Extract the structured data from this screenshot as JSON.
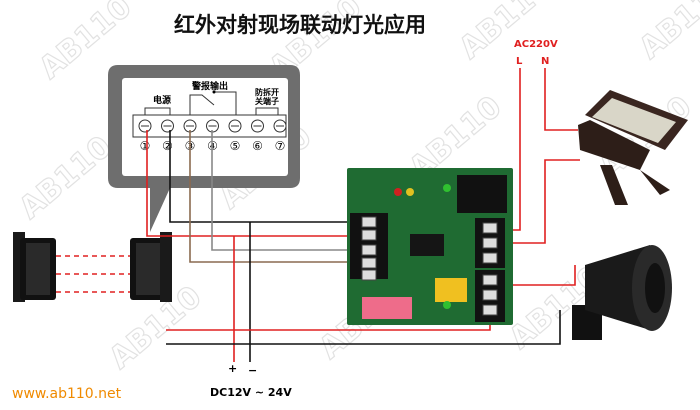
{
  "title": "红外对射现场联动灯光应用",
  "power_source": {
    "label": "AC220V",
    "live": "L",
    "neutral": "N"
  },
  "panel": {
    "power_label": "电源",
    "alarm_label": "警报输出",
    "tamper_label_1": "防拆开",
    "tamper_label_2": "关端子",
    "terminals": [
      "①",
      "②",
      "③",
      "④",
      "⑤",
      "⑥",
      "⑦"
    ]
  },
  "dc_supply": {
    "plus": "+",
    "minus": "−",
    "label": "DC12V ~ 24V"
  },
  "website": "www.ab110.net",
  "watermark": "AB110",
  "colors": {
    "red_wire": "#e02020",
    "black_wire": "#111111",
    "brown_wire": "#8a6a50",
    "gray_wire": "#888888",
    "board": "#1f6b32",
    "website": "#f08a00"
  }
}
